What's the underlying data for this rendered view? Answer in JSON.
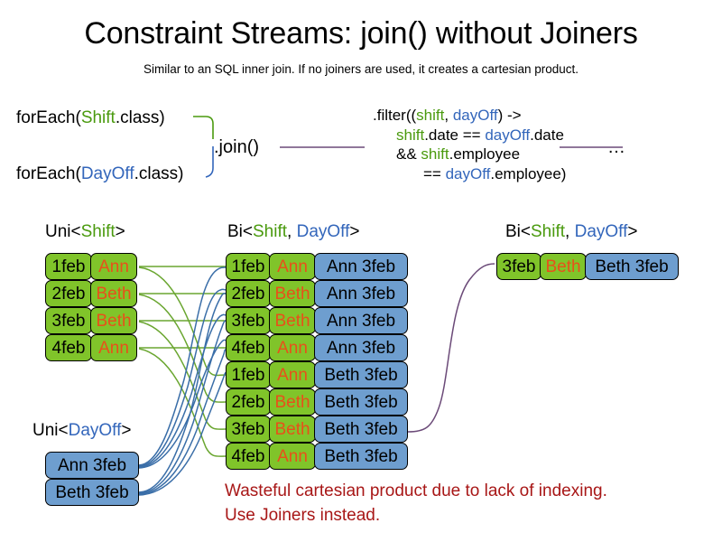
{
  "title": "Constraint Streams: join() without Joiners",
  "subtitle": "Similar to an SQL inner join. If no joiners are used, it creates a cartesian product.",
  "code": {
    "forEach_shift": {
      "pre": "forEach(",
      "type": "Shift",
      "post": ".class)"
    },
    "forEach_dayoff": {
      "pre": "forEach(",
      "type": "DayOff",
      "post": ".class)"
    },
    "join_label": ".join()",
    "ellipsis": "…",
    "filter": {
      "line1_pre": ".filter((",
      "line1_a": "shift",
      "line1_mid": ", ",
      "line1_b": "dayOff",
      "line1_post": ") ->",
      "line2_a": "shift",
      "line2_mid": ".date == ",
      "line2_b": "dayOff",
      "line2_post": ".date",
      "line3_pre": "&& ",
      "line3_a": "shift",
      "line3_post": ".employee",
      "line4_pre": "== ",
      "line4_b": "dayOff",
      "line4_post": ".employee)"
    }
  },
  "captions": {
    "uni_shift": {
      "pre": "Uni<",
      "type": "Shift",
      "post": ">"
    },
    "bi_middle": {
      "pre": "Bi<",
      "type_a": "Shift",
      "mid": ", ",
      "type_b": "DayOff",
      "post": ">"
    },
    "bi_output": {
      "pre": "Bi<",
      "type_a": "Shift",
      "mid": ", ",
      "type_b": "DayOff",
      "post": ">"
    },
    "uni_dayoff": {
      "pre": "Uni<",
      "type": "DayOff",
      "post": ">"
    }
  },
  "uni_shift_rows": [
    {
      "date": "1feb",
      "name": "Ann"
    },
    {
      "date": "2feb",
      "name": "Beth"
    },
    {
      "date": "3feb",
      "name": "Beth"
    },
    {
      "date": "4feb",
      "name": "Ann"
    }
  ],
  "uni_dayoff_rows": [
    {
      "dayoff": "Ann 3feb"
    },
    {
      "dayoff": "Beth 3feb"
    }
  ],
  "bi_rows": [
    {
      "date": "1feb",
      "name": "Ann",
      "dayoff": "Ann 3feb"
    },
    {
      "date": "2feb",
      "name": "Beth",
      "dayoff": "Ann 3feb"
    },
    {
      "date": "3feb",
      "name": "Beth",
      "dayoff": "Ann 3feb"
    },
    {
      "date": "4feb",
      "name": "Ann",
      "dayoff": "Ann 3feb"
    },
    {
      "date": "1feb",
      "name": "Ann",
      "dayoff": "Beth 3feb"
    },
    {
      "date": "2feb",
      "name": "Beth",
      "dayoff": "Beth 3feb"
    },
    {
      "date": "3feb",
      "name": "Beth",
      "dayoff": "Beth 3feb"
    },
    {
      "date": "4feb",
      "name": "Ann",
      "dayoff": "Beth 3feb"
    }
  ],
  "bi_output_rows": [
    {
      "date": "3feb",
      "name": "Beth",
      "dayoff": "Beth 3feb"
    }
  ],
  "warning": "Wasteful cartesian product due to lack of indexing.\nUse Joiners instead.",
  "colors": {
    "shift_green": "#80c42a",
    "dayoff_blue": "#6e9ecf",
    "name_orange": "#e8501a",
    "type_green": "#4a9a0e",
    "type_blue": "#3366bb",
    "warning_red": "#a81717",
    "connector_green": "#6aa630",
    "connector_blue": "#3a6ea8",
    "connector_purple": "#6b4a78"
  }
}
